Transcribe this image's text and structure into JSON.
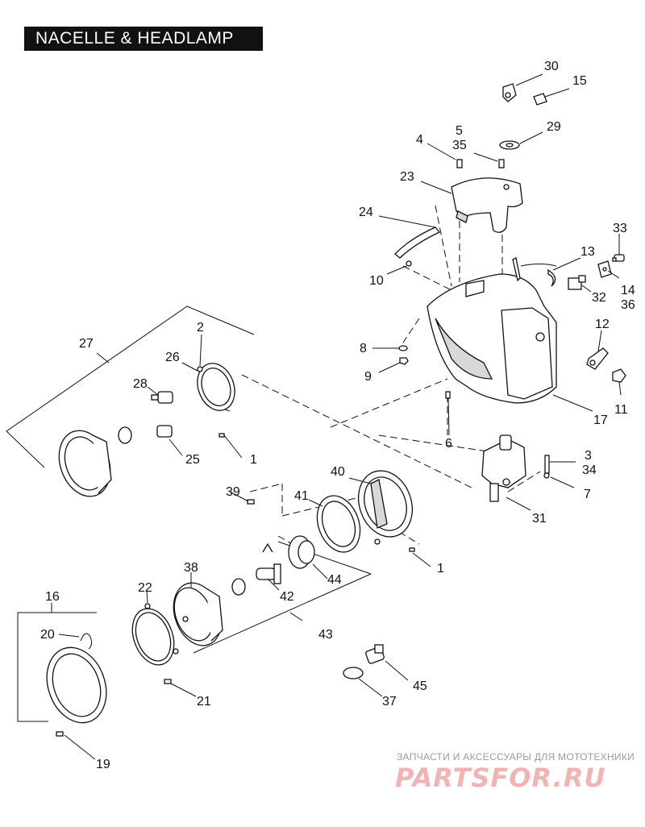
{
  "title": "NACELLE & HEADLAMP",
  "watermark": {
    "line1": "ЗАПЧАСТИ И АКСЕССУАРЫ ДЛЯ МОТОТЕХНИКИ",
    "logo": "PARTSFOR.RU"
  },
  "callouts": {
    "c1a": "1",
    "c1b": "1",
    "c2": "2",
    "c3": "3",
    "c4": "4",
    "c5": "5",
    "c6": "6",
    "c7": "7",
    "c8": "8",
    "c9": "9",
    "c10": "10",
    "c11": "11",
    "c12": "12",
    "c13": "13",
    "c14": "14",
    "c15": "15",
    "c16": "16",
    "c17": "17",
    "c19": "19",
    "c20": "20",
    "c21": "21",
    "c22": "22",
    "c23": "23",
    "c24": "24",
    "c25": "25",
    "c26": "26",
    "c27": "27",
    "c28": "28",
    "c29": "29",
    "c30": "30",
    "c31": "31",
    "c32": "32",
    "c33": "33",
    "c34": "34",
    "c35": "35",
    "c36": "36",
    "c37": "37",
    "c38": "38",
    "c39": "39",
    "c40": "40",
    "c41": "41",
    "c42": "42",
    "c43": "43",
    "c44": "44",
    "c45": "45"
  }
}
